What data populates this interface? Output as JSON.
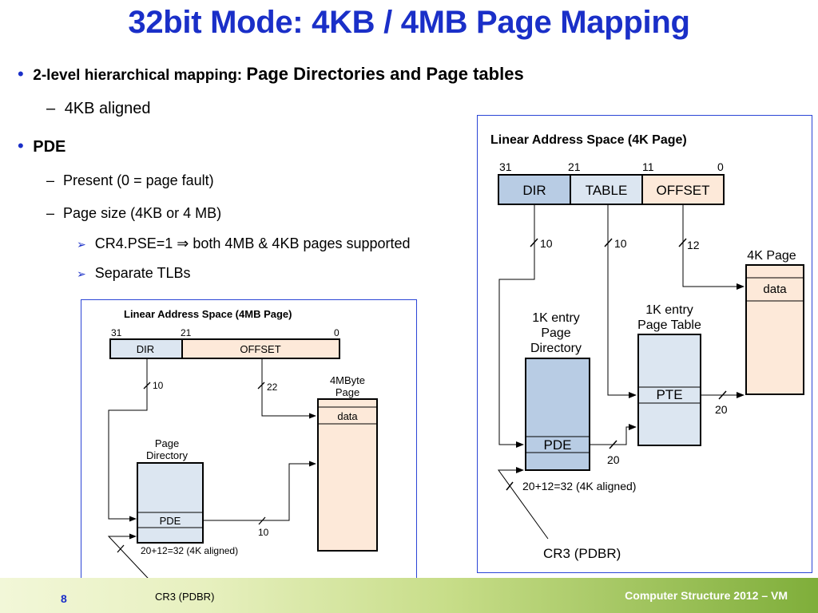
{
  "title": "32bit Mode: 4KB / 4MB Page Mapping",
  "bullets": {
    "b1_prefix": "2-level hierarchical mapping: ",
    "b1_emph": "Page Directories and Page tables",
    "b1_sub": "4KB aligned",
    "b2": "PDE",
    "b2_sub1": "Present (0 = page fault)",
    "b2_sub2": "Page size (4KB or 4 MB)",
    "b2_subsub1": "CR4.PSE=1 ⇒ both 4MB & 4KB pages supported",
    "b2_subsub2": "Separate TLBs"
  },
  "right_panel": {
    "title": "Linear Address Space (4K Page)",
    "bits": [
      "31",
      "21",
      "11",
      "0"
    ],
    "fields": [
      "DIR",
      "TABLE",
      "OFFSET"
    ],
    "widths": [
      "10",
      "10",
      "12"
    ],
    "page_label": "4K Page",
    "data_label": "data",
    "pt_label_1": "1K entry",
    "pt_label_2": "Page Table",
    "pd_label_1": "1K entry",
    "pd_label_2": "Page",
    "pd_label_3": "Directory",
    "pte": "PTE",
    "pde": "PDE",
    "w20a": "20",
    "w20b": "20",
    "aligned": "20+12=32  (4K aligned)",
    "cr3": "CR3 (PDBR)"
  },
  "left_panel": {
    "title": "Linear Address Space (4MB Page)",
    "bits": [
      "31",
      "21",
      "0"
    ],
    "fields": [
      "DIR",
      "OFFSET"
    ],
    "widths": [
      "10",
      "22"
    ],
    "page_label_1": "4MByte",
    "page_label_2": "Page",
    "data_label": "data",
    "pd_label_1": "Page",
    "pd_label_2": "Directory",
    "pde": "PDE",
    "w10": "10",
    "aligned": "20+12=32  (4K aligned)",
    "cr3": "CR3 (PDBR)"
  },
  "footer": {
    "page_number": "8",
    "text": "Computer Structure 2012 – VM"
  },
  "colors": {
    "title_blue": "#1a2fc8",
    "panel_border": "#2b45d6",
    "dir_fill": "#b8cce4",
    "table_fill": "#dce6f1",
    "offset_fill": "#fde9d9",
    "page_fill": "#fde9d9",
    "pagetable_fill": "#dce6f1"
  }
}
